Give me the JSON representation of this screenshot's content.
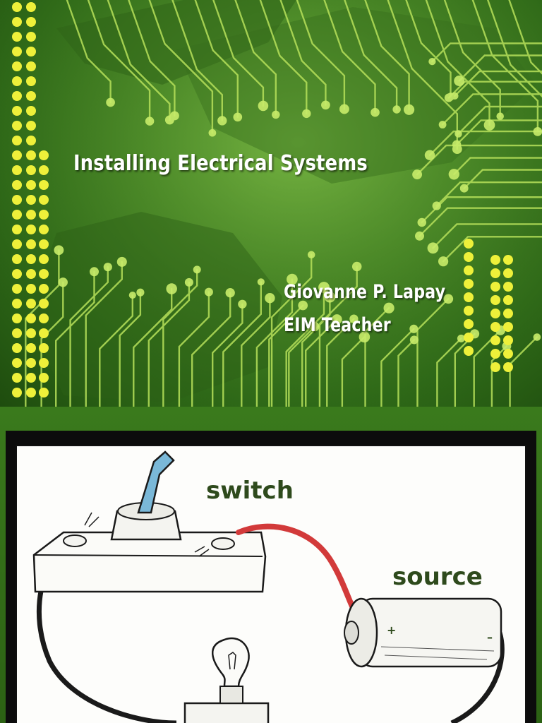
{
  "slide1": {
    "title": "Installing Electrical Systems",
    "author": "Giovanne P. Lapay",
    "role": "EIM Teacher"
  },
  "slide2": {
    "labels": {
      "switch": "switch",
      "source": "source",
      "battery_plus": "+",
      "battery_minus": "–"
    }
  },
  "colors": {
    "background_green": "#4a8a26",
    "trace_green": "#b6e05a",
    "dot_yellow": "#eef03a",
    "label_green": "#2e4a1c",
    "wire_red": "#d23a3a",
    "switch_blue": "#7ab8d8"
  }
}
